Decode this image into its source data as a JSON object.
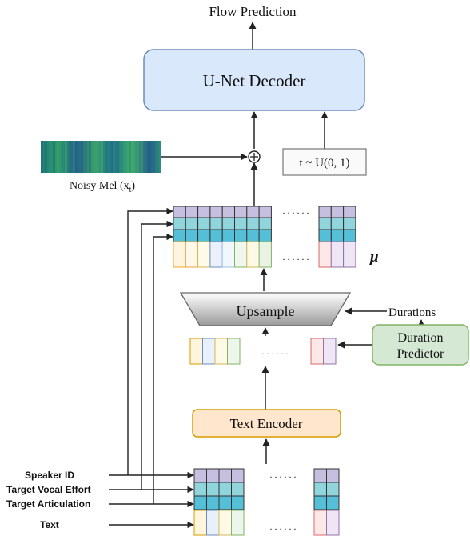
{
  "title": "Flow Prediction",
  "decoder": {
    "label": "U-Net Decoder"
  },
  "time_sample": {
    "label": "t ~ U(0, 1)"
  },
  "noisy_mel": {
    "label_main": "Noisy Mel (x",
    "label_sub": "t",
    "label_end": ")"
  },
  "mu_label": "μ",
  "upsample": {
    "label": "Upsample"
  },
  "durations": {
    "label": "Durations"
  },
  "duration_predictor": {
    "line1": "Duration",
    "line2": "Predictor"
  },
  "text_encoder": {
    "label": "Text Encoder"
  },
  "inputs": {
    "speaker_id": "Speaker ID",
    "target_vocal_effort": "Target Vocal Effort",
    "target_articulation": "Target Articulation",
    "text": "Text"
  },
  "ellipsis": ". . . . . .",
  "colors": {
    "decoder_fill": "#dae8fc",
    "decoder_stroke": "#6c8ebf",
    "encoder_fill": "#ffe6cc",
    "encoder_stroke": "#d79b00",
    "predictor_fill": "#d5e8d4",
    "predictor_stroke": "#82b366",
    "speaker_row": "#c6bfdf",
    "vocal_row": "#90d4dc",
    "artic_row": "#54bfd6"
  }
}
